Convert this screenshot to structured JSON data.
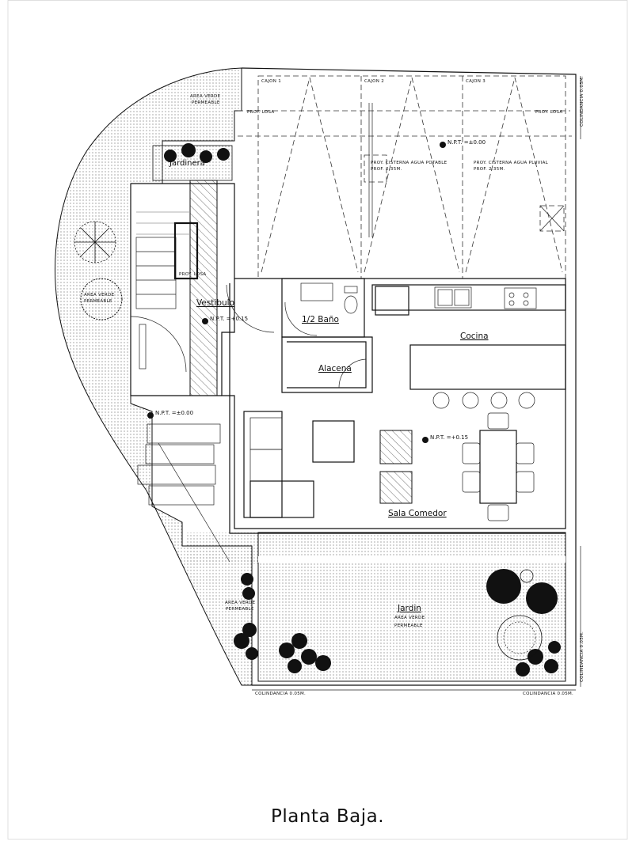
{
  "drawing": {
    "title": "Planta Baja.",
    "rooms": {
      "jardinera": "Jardinera",
      "vestibulo": "Vestibulo",
      "medio_bano": "1/2 Baño",
      "cocina": "Cocina",
      "alacena": "Alacena",
      "sala_comedor": "Sala Comedor",
      "jardin": "Jardin"
    },
    "labels": {
      "cajon_1": "CAJON 1",
      "cajon_2": "CAJON 2",
      "cajon_3": "CAJON 3",
      "proy_losa_left": "PROY. LOSA",
      "proy_losa_right": "PROY. LOSA",
      "proy_losa_small": "PROY. LOSA",
      "cisterna_potable_1": "PROY. CISTERNA AGUA POTABLE",
      "cisterna_potable_2": "PROF. 2.35M.",
      "cisterna_pluvial_1": "PROY. CISTERNA AGUA PLUVIAL",
      "cisterna_pluvial_2": "PROF. 2.35M.",
      "area_verde_a": "AREA VERDE",
      "permeable_a": "PERMEABLE",
      "area_verde_b": "AREA VERDE",
      "permeable_b": "PERMEABLE",
      "area_verde_c": "AREA VERDE",
      "permeable_c": "PERMEABLE",
      "area_verde_d": "AREA VERDE",
      "permeable_d": "PERMEABLE",
      "colindancia_bottom_left": "COLINDANCIA 0.05M.",
      "colindancia_bottom_right": "COLINDANCIA 0.05M.",
      "colindancia_right_top": "COLINDANCIA 0.05M.",
      "colindancia_right_bottom": "COLINDANCIA 0.05M."
    },
    "levels": {
      "npt_garage": "N.P.T. =±0.00",
      "npt_vestibulo": "N.P.T. =+0.15",
      "npt_entrada": "N.P.T. =±0.00",
      "npt_sala": "N.P.T. =+0.15"
    }
  }
}
